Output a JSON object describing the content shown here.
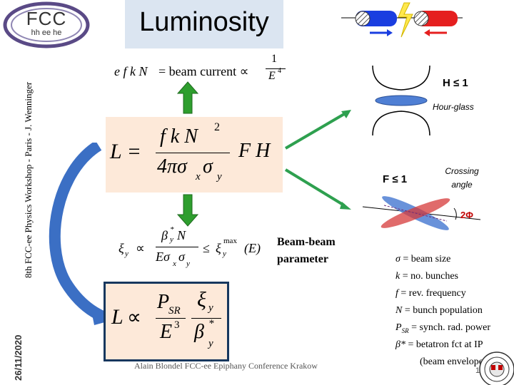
{
  "logo": {
    "top_text": "FCC",
    "bottom_text": "hh ee he"
  },
  "title": "Luminosity",
  "side_text": "8th FCC-ee Physics Workshop - Paris - J. Wenninger",
  "date": "26/11/2020",
  "formula_beam_current": {
    "lhs": "e f k N",
    "equals": "= beam current ∝",
    "numerator": "1",
    "denominator": "E",
    "denominator_exp": "4"
  },
  "formula_luminosity": {
    "lhs": "L =",
    "numerator": "f k N",
    "numerator_exp": "2",
    "denominator": "4πσ",
    "sub_x": "x",
    "sigma2": "σ",
    "sub_y": "y",
    "factors": "F H"
  },
  "formula_beam_beam": {
    "xi": "ξ",
    "xi_sub": "y",
    "propto": "∝",
    "beta": "β",
    "beta_sup": "*",
    "beta_sub": "y",
    "N": "N",
    "den": "Eσ",
    "den_sub1": "x",
    "den_sigma": "σ",
    "den_sub2": "y",
    "leq": "≤",
    "xi2": "ξ",
    "max": "max",
    "xi2_sub": "y",
    "arg": "(E)"
  },
  "beam_beam_label": [
    "Beam-beam",
    "parameter"
  ],
  "formula_scaling": {
    "L": "L",
    "propto": "∝",
    "P": "P",
    "P_sub": "SR",
    "E": "E",
    "E_exp": "3",
    "xi": "ξ",
    "xi_sub": "y",
    "beta": "β",
    "beta_sup": "*",
    "beta_sub": "y"
  },
  "hourglass": {
    "condition": "H ≤ 1",
    "label": "Hour-glass"
  },
  "crossing": {
    "condition": "F ≤ 1",
    "label_line1": "Crossing",
    "label_line2": "angle",
    "angle": "2Φ"
  },
  "legend": [
    {
      "sym": "σ",
      "text": " = beam size"
    },
    {
      "sym": "k",
      "text": " = no. bunches"
    },
    {
      "sym": "f",
      "text": " = rev. frequency"
    },
    {
      "sym": "N",
      "text": " = bunch population"
    },
    {
      "sym": "P",
      "sub": "SR",
      "text": " = synch. rad. power"
    },
    {
      "sym": "β*",
      "text": " = betatron fct at IP"
    }
  ],
  "legend_note": "(beam envelope)",
  "footer": "Alain Blondel FCC-ee Epiphany Conference Krakow",
  "page_number": "16",
  "colors": {
    "title_bg": "#dbe5f1",
    "formula_bg": "#fde9d9",
    "box_border": "#17375e",
    "arrow_green": "#2e9e2e",
    "diag_arrow": "#2ea04f",
    "beam_blue": "#4f7fd4",
    "beam_red": "#d63a3a",
    "curve_arrow": "#3b6fc4"
  }
}
